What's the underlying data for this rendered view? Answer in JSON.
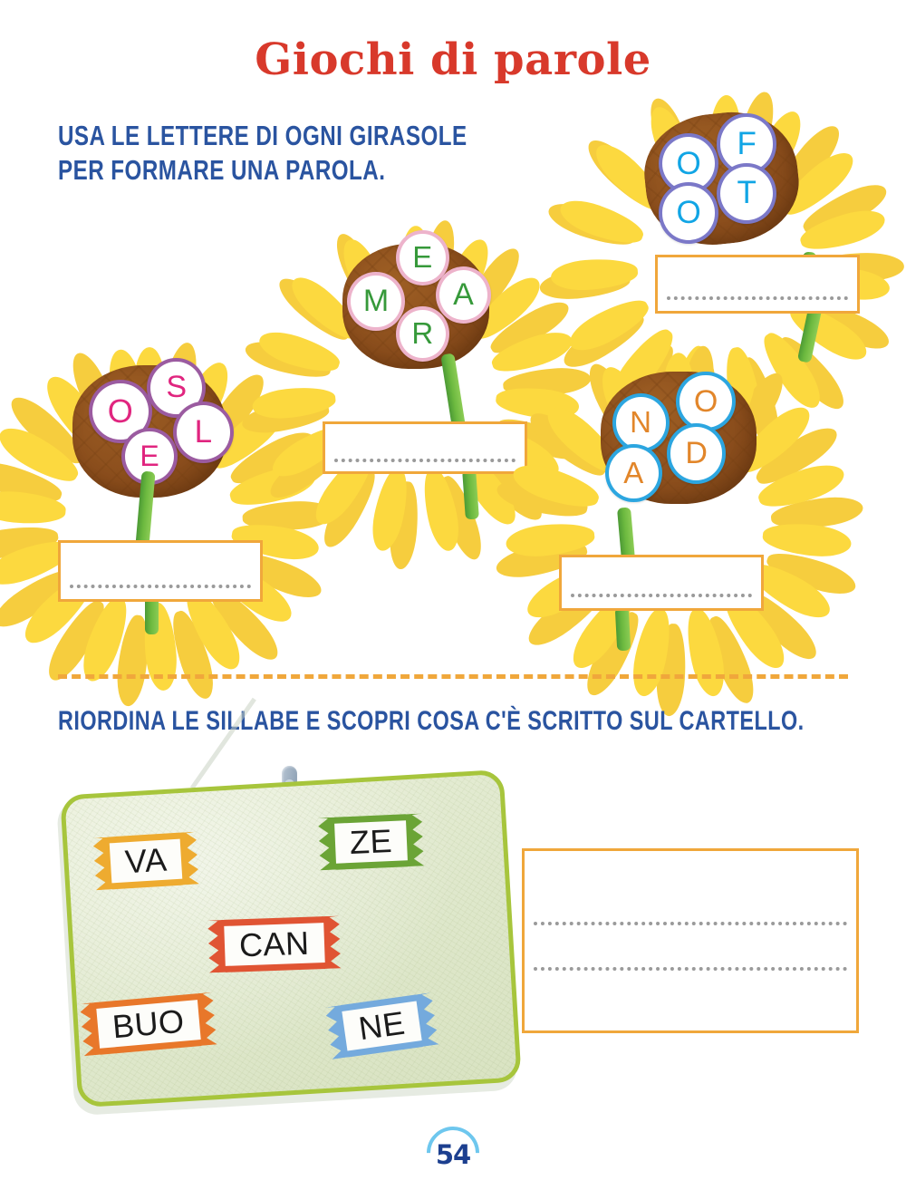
{
  "page": {
    "title": "Giochi di parole",
    "title_color": "#d8392b",
    "number": "54",
    "background": "#ffffff"
  },
  "instructions": [
    {
      "id": "usa-lettere",
      "text": "USA LE LETTERE DI OGNI GIRASOLE\nPER FORMARE UNA PAROLA."
    },
    {
      "id": "riordina-sillabe",
      "text": "RIORDINA LE SILLABE E SCOPRI COSA C'È SCRITTO SUL CARTELLO."
    }
  ],
  "divider": {
    "style": "dashed",
    "color": "#f0a73b"
  },
  "exercise1": {
    "name": "sunflower-word-builder",
    "sunflowers": [
      {
        "id": "sunflower-osel",
        "letters": [
          "O",
          "S",
          "E",
          "L"
        ],
        "letter_color": "#e0257f",
        "ring_color": "#9b5ba0",
        "answer_value": "",
        "answer_placeholder": ""
      },
      {
        "id": "sunflower-mear",
        "letters": [
          "M",
          "E",
          "A",
          "R"
        ],
        "letter_color": "#36993a",
        "ring_color": "#edb3cb",
        "answer_value": "",
        "answer_placeholder": ""
      },
      {
        "id": "sunflower-ofot",
        "letters": [
          "O",
          "F",
          "O",
          "T"
        ],
        "letter_color": "#11a5e5",
        "ring_color": "#7b78c8",
        "answer_value": "",
        "answer_placeholder": ""
      },
      {
        "id": "sunflower-noad",
        "letters": [
          "N",
          "O",
          "A",
          "D"
        ],
        "letter_color": "#e2862a",
        "ring_color": "#2ca6e0",
        "answer_value": "",
        "answer_placeholder": ""
      }
    ]
  },
  "exercise2": {
    "name": "syllable-sign",
    "board_color": "#e3ebd0",
    "board_border_color": "#a7c53c",
    "syllables": [
      {
        "id": "syllable-va",
        "text": "VA",
        "color": "#eeab30"
      },
      {
        "id": "syllable-ze",
        "text": "ZE",
        "color": "#6ba436"
      },
      {
        "id": "syllable-can",
        "text": "CAN",
        "color": "#e05433"
      },
      {
        "id": "syllable-buo",
        "text": "BUO",
        "color": "#e8772a"
      },
      {
        "id": "syllable-ne",
        "text": "NE",
        "color": "#74aadd"
      }
    ],
    "answer_value": "",
    "answer_placeholder": "",
    "answer_border_color": "#f0a73b",
    "answer_lines": 2
  }
}
